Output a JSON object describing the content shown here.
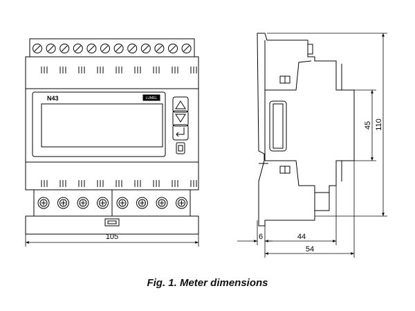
{
  "front_view": {
    "model_label": "N43",
    "brand_label": "LUMEL",
    "width_dimension": "105"
  },
  "side_view": {
    "height_110": "110",
    "height_45": "45",
    "depth_6": "6",
    "depth_44": "44",
    "depth_54": "54"
  },
  "caption": "Fig. 1. Meter dimensions"
}
